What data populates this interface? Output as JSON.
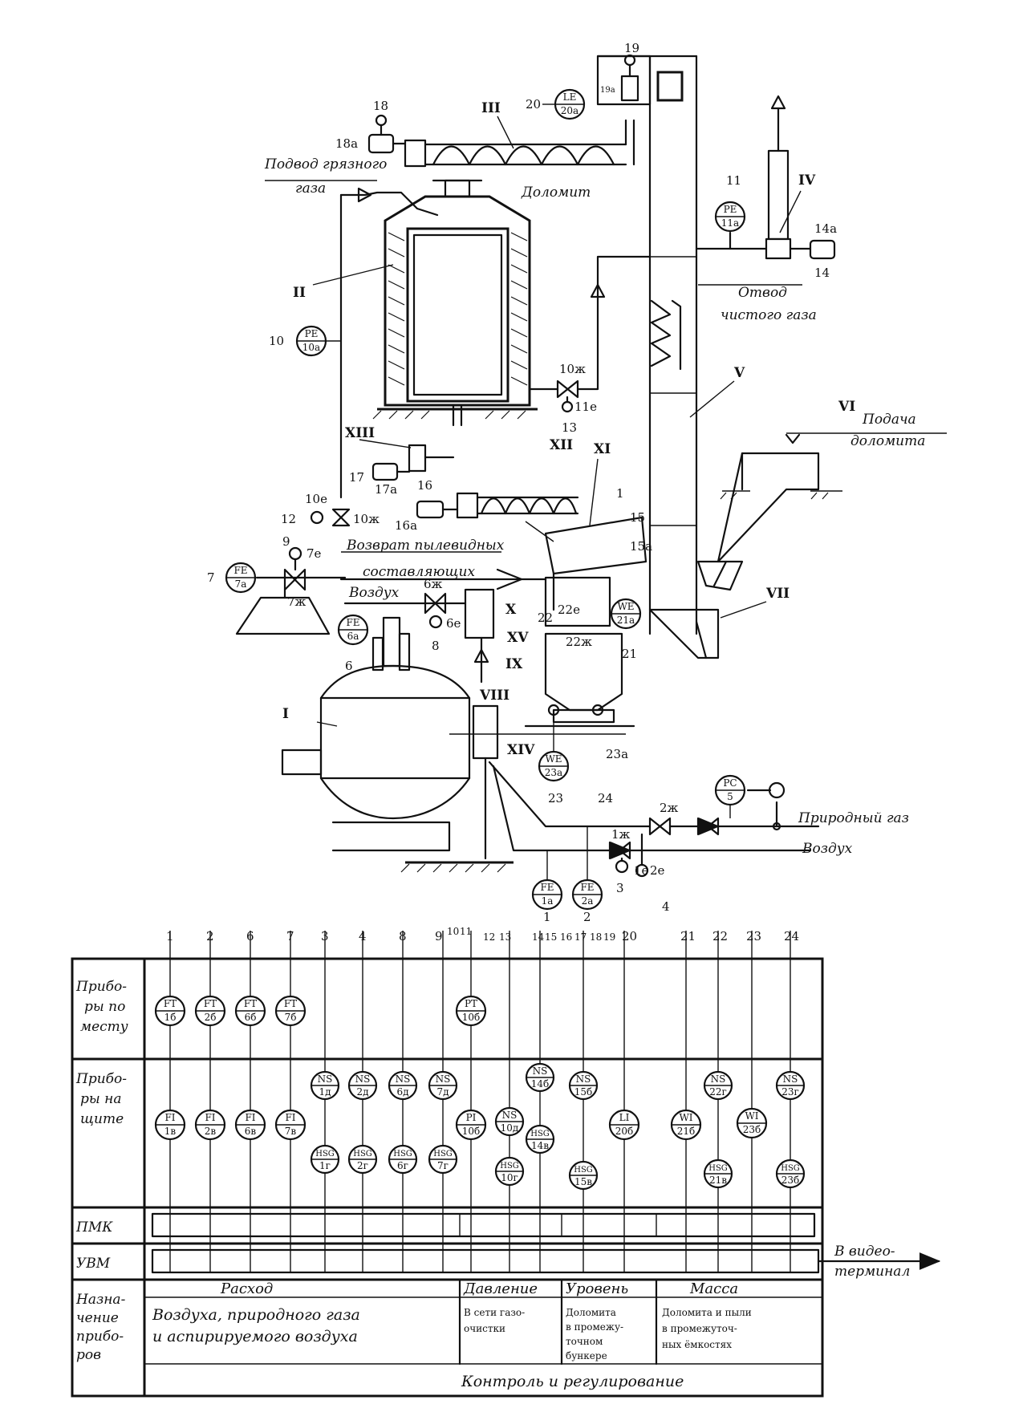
{
  "process": {
    "labels": {
      "dirty_gas_1": "Подвод грязного",
      "dirty_gas_2": "газа",
      "dolomite": "Доломит",
      "clean_gas_1": "Отвод",
      "clean_gas_2": "чистого газа",
      "feed_1": "Подача",
      "feed_2": "доломита",
      "dust_return_1": "Возврат пылевидных",
      "dust_return_2": "составляющих",
      "air_upper": "Воздух",
      "natural_gas": "Природный газ",
      "air_lower": "Воздух"
    },
    "roman": [
      "I",
      "II",
      "III",
      "IV",
      "V",
      "VI",
      "VII",
      "VIII",
      "IX",
      "X",
      "XI",
      "XII",
      "XIII",
      "XIV",
      "XV"
    ],
    "instruments": {
      "pe10": {
        "top": "PE",
        "bot": "10а",
        "pos": "10"
      },
      "pe11": {
        "top": "PE",
        "bot": "11а",
        "pos": "11"
      },
      "le20": {
        "top": "LE",
        "bot": "20а",
        "pos": "20"
      },
      "fe7": {
        "top": "FE",
        "bot": "7а",
        "pos": "7"
      },
      "fe6": {
        "top": "FE",
        "bot": "6а",
        "pos": "6"
      },
      "we21": {
        "top": "WE",
        "bot": "21а",
        "pos": "21"
      },
      "we23": {
        "top": "WE",
        "bot": "23а",
        "pos": "23"
      },
      "fe1": {
        "top": "FE",
        "bot": "1а",
        "pos": "1"
      },
      "fe2": {
        "top": "FE",
        "bot": "2а",
        "pos": "2"
      },
      "pc5": {
        "top": "PC",
        "bot": "5"
      }
    },
    "small_tags": [
      "18",
      "18а",
      "19",
      "19а",
      "14а",
      "14",
      "10ж",
      "11е",
      "13",
      "10е",
      "12",
      "10ж",
      "17",
      "17а",
      "16",
      "16а",
      "1",
      "15",
      "15а",
      "9",
      "7е",
      "7ж",
      "6ж",
      "6е",
      "8",
      "22",
      "22е",
      "22ж",
      "24",
      "23а",
      "1ж",
      "1е",
      "3",
      "2ж",
      "2е",
      "4"
    ]
  },
  "table": {
    "position_numbers": [
      "1",
      "2",
      "6",
      "7",
      "3",
      "4",
      "8",
      "9",
      "10",
      "11",
      "12",
      "13",
      "14",
      "15",
      "16",
      "17",
      "18",
      "19",
      "20",
      "21",
      "22",
      "23",
      "24"
    ],
    "row_labels": {
      "local": "Приборы по месту",
      "panel": "Приборы на щите",
      "pmk": "ПМК",
      "uvm": "УВМ",
      "purpose": "Назначение приборов"
    },
    "local_instruments": [
      {
        "top": "FT",
        "bot": "1б"
      },
      {
        "top": "FT",
        "bot": "2б"
      },
      {
        "top": "FT",
        "bot": "6б"
      },
      {
        "top": "FT",
        "bot": "7б"
      },
      {
        "top": "PT",
        "bot": "10б"
      }
    ],
    "panel_upper": [
      {
        "top": "NS",
        "bot": "1д"
      },
      {
        "top": "NS",
        "bot": "2д"
      },
      {
        "top": "NS",
        "bot": "6д"
      },
      {
        "top": "NS",
        "bot": "7д"
      },
      {
        "top": "NS",
        "bot": "14б"
      },
      {
        "top": "NS",
        "bot": "15б"
      },
      {
        "top": "NS",
        "bot": "22г"
      },
      {
        "top": "NS",
        "bot": "23г"
      }
    ],
    "panel_mid": [
      {
        "top": "FI",
        "bot": "1в"
      },
      {
        "top": "FI",
        "bot": "2в"
      },
      {
        "top": "FI",
        "bot": "6в"
      },
      {
        "top": "FI",
        "bot": "7в"
      },
      {
        "top": "PI",
        "bot": "10б"
      },
      {
        "top": "NS",
        "bot": "10д"
      },
      {
        "top": "LI",
        "bot": "20б"
      },
      {
        "top": "WI",
        "bot": "21б"
      },
      {
        "top": "WI",
        "bot": "23б"
      }
    ],
    "panel_lower": [
      {
        "top": "HSG",
        "bot": "1г"
      },
      {
        "top": "HSG",
        "bot": "2г"
      },
      {
        "top": "HSG",
        "bot": "6г"
      },
      {
        "top": "HSG",
        "bot": "7г"
      },
      {
        "top": "HSG",
        "bot": "10г"
      },
      {
        "top": "HSG",
        "bot": "14в"
      },
      {
        "top": "HSG",
        "bot": "15в"
      },
      {
        "top": "HSG",
        "bot": "21в"
      },
      {
        "top": "HSG",
        "bot": "23б"
      }
    ],
    "video_terminal": "В видеотерминал",
    "categories": {
      "flow": "Расход",
      "pressure": "Давление",
      "level": "Уровень",
      "mass": "Масса"
    },
    "descriptions": {
      "flow": "Воздуха, природного газа и аспирируемого воздуха",
      "pressure": "В сети газоочистки",
      "level": "Доломита в промежуточном бункере",
      "mass": "Доломита и пыли в промежуточных ёмкостях"
    },
    "footer": "Контроль и регулирование"
  }
}
